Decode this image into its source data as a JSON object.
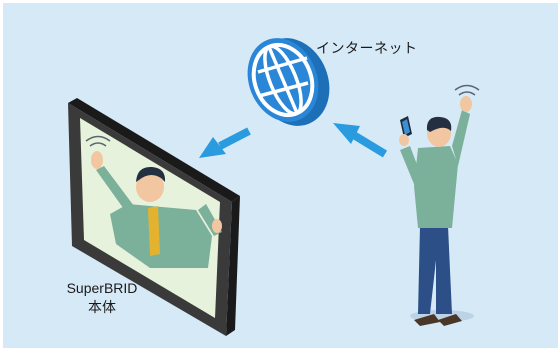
{
  "labels": {
    "internet": "インターネット",
    "device_line1": "SuperBRID",
    "device_line2": "本体"
  },
  "icons": {
    "globe": "globe-icon",
    "arrow_to_globe": "arrow-up-left-icon",
    "arrow_to_display": "arrow-down-left-icon"
  },
  "colors": {
    "background": "#d6e9f7",
    "globe_blue": "#1976c8",
    "arrow_blue": "#2b9be0",
    "frame": "#2c2c2c",
    "screen": "#e7f2dc",
    "shirt": "#7bb09a",
    "trousers": "#2b4f86",
    "tie": "#e3b330"
  }
}
